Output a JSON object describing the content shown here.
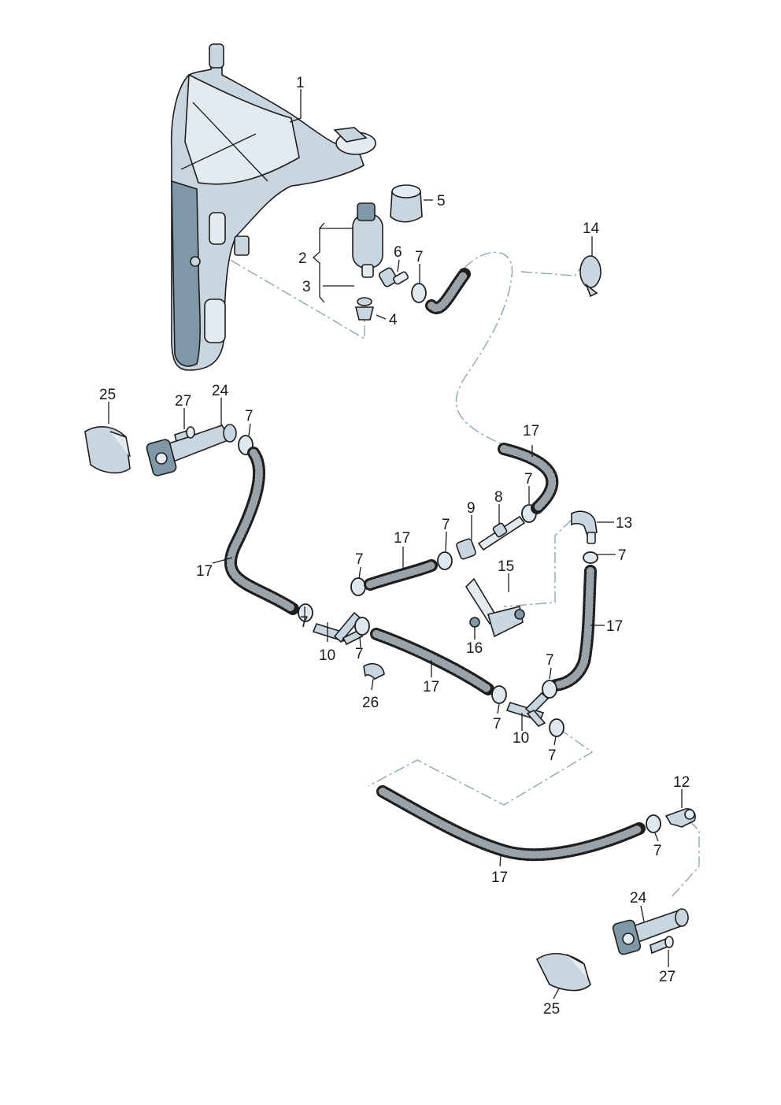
{
  "diagram": {
    "colors": {
      "part_fill": "#c9d6df",
      "part_dark": "#7f98a8",
      "hose": "#1e1e1e",
      "dash_line": "#8aa6b8"
    },
    "callouts": {
      "c1": "1",
      "c2": "2",
      "c3": "3",
      "c4": "4",
      "c5": "5",
      "c6": "6",
      "c7a": "7",
      "c14": "14",
      "c25a": "25",
      "c27a": "27",
      "c24a": "24",
      "c7b": "7",
      "c17a": "17",
      "c7c": "7",
      "c8": "8",
      "c9": "9",
      "c7d": "7",
      "c17b": "17",
      "c13": "13",
      "c7e": "7",
      "c15": "15",
      "c17c": "17",
      "c7f": "7",
      "c17d": "17",
      "c7g": "7",
      "c10a": "10",
      "c7h": "7",
      "c16": "16",
      "c17e": "17",
      "c26": "26",
      "c7i": "7",
      "c7j": "7",
      "c10b": "10",
      "c7k": "7",
      "c12": "12",
      "c7l": "7",
      "c17f": "17",
      "c24b": "24",
      "c27b": "27",
      "c25b": "25"
    }
  }
}
